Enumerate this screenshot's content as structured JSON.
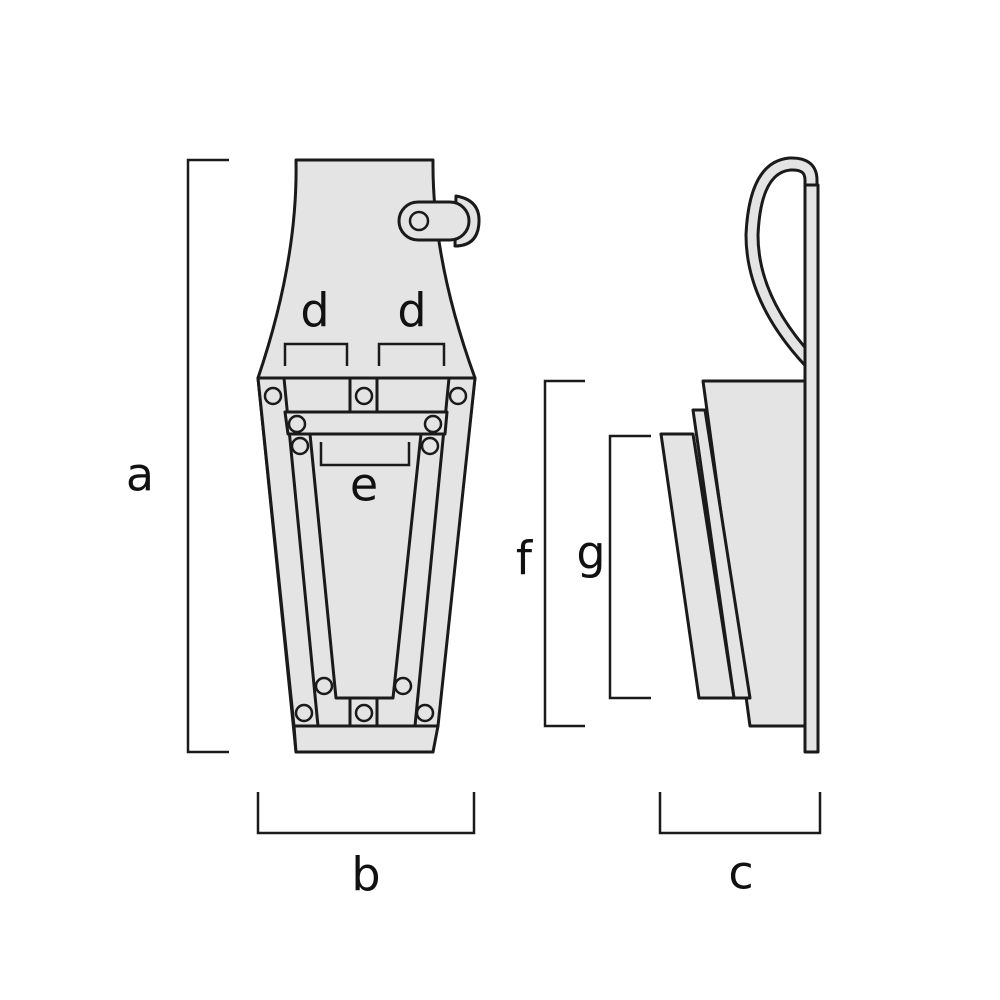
{
  "labels": {
    "a": "a",
    "b": "b",
    "c": "c",
    "d_left": "d",
    "d_right": "d",
    "e": "e",
    "f": "f",
    "g": "g"
  },
  "colors": {
    "fill": "#e4e4e4",
    "stroke": "#1a1a1a",
    "background": "#ffffff"
  }
}
